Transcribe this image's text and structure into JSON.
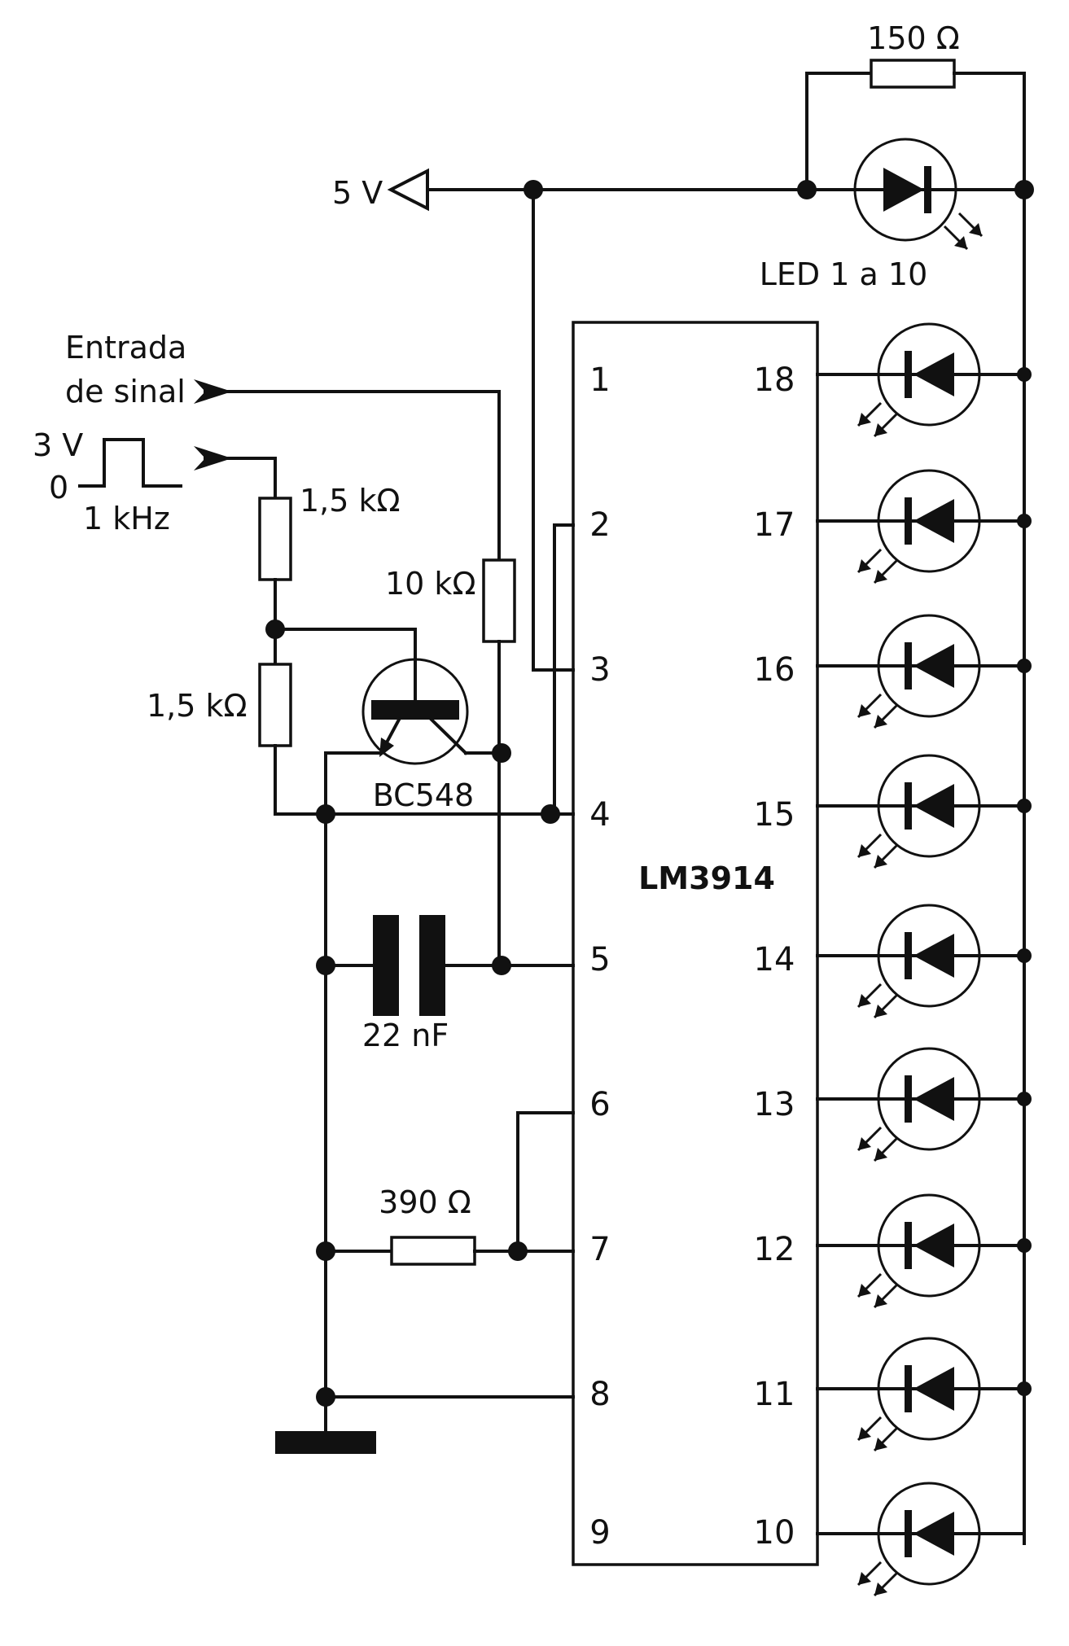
{
  "ic": {
    "name": "LM3914",
    "pins_left": [
      "1",
      "2",
      "3",
      "4",
      "5",
      "6",
      "7",
      "8",
      "9"
    ],
    "pins_right": [
      "18",
      "17",
      "16",
      "15",
      "14",
      "13",
      "12",
      "11",
      "10"
    ]
  },
  "supply": {
    "label": "5 V"
  },
  "input": {
    "label_line1": "Entrada",
    "label_line2": "de sinal"
  },
  "test_signal": {
    "high": "3 V",
    "low": "0",
    "freq": "1 kHz"
  },
  "components": {
    "r_top": "150 Ω",
    "led_label": "LED 1 a 10",
    "r_div_top": "1,5 kΩ",
    "r_div_bottom": "1,5 kΩ",
    "r_pullup": "10 kΩ",
    "transistor": "BC548",
    "capacitor": "22 nF",
    "r_ref": "390 Ω"
  }
}
